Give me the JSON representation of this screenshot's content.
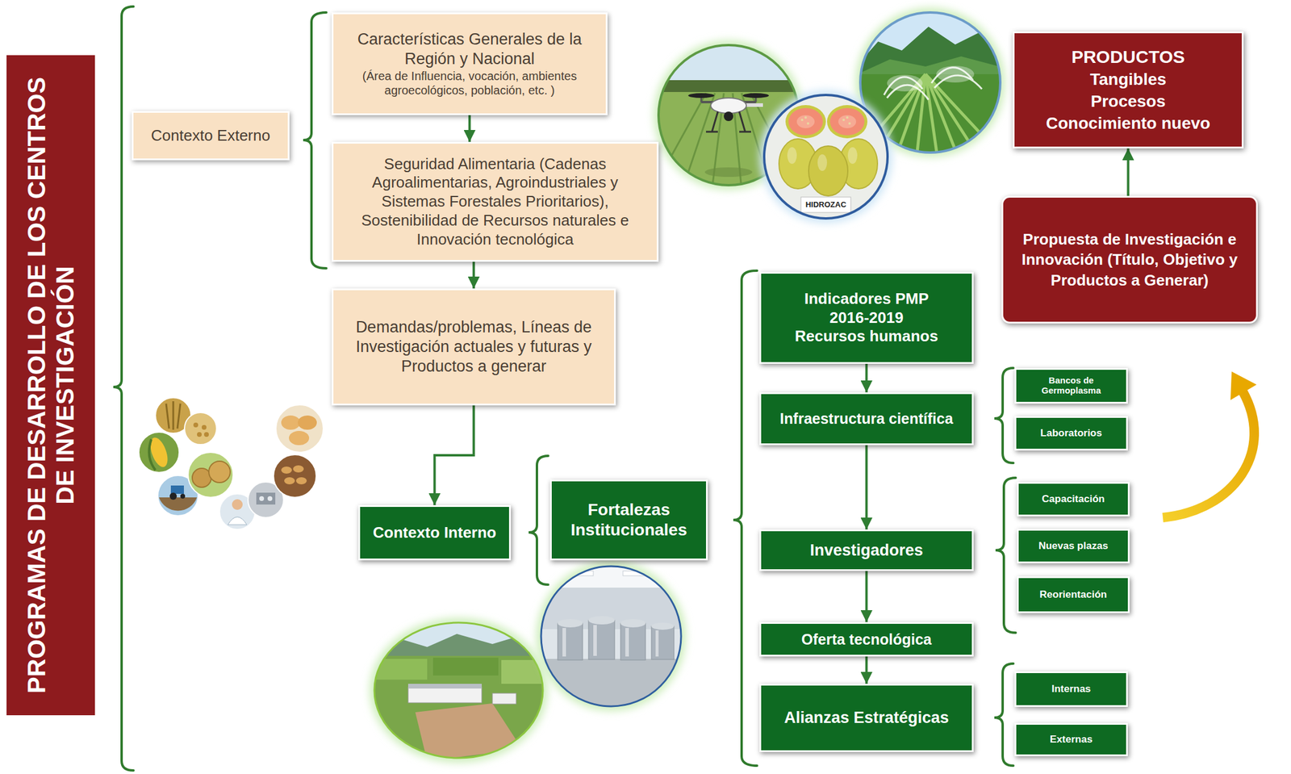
{
  "diagram": {
    "nodes": [
      {
        "text": [
          "PROGRAMAS DE DESARROLLO DE LOS CENTROS DE INVESTIGACIÓN"
        ]
      },
      {
        "text": [
          "Contexto Externo"
        ]
      },
      {
        "text": [
          "Características Generales de la Región y Nacional",
          "(Área de Influencia, vocación, ambientes agroecológicos, población, etc. )"
        ]
      },
      {
        "text": [
          "Seguridad Alimentaria (Cadenas Agroalimentarias, Agroindustriales y Sistemas Forestales Prioritarios), Sostenibilidad de Recursos naturales e Innovación tecnológica"
        ]
      },
      {
        "text": [
          "Demandas/problemas, Líneas de Investigación actuales y futuras y Productos a generar"
        ]
      },
      {
        "text": [
          "Contexto Interno"
        ]
      },
      {
        "text": [
          "Fortalezas Institucionales"
        ]
      },
      {
        "text": [
          "Indicadores PMP",
          "2016-2019",
          "Recursos humanos"
        ]
      },
      {
        "text": [
          "Infraestructura científica"
        ]
      },
      {
        "text": [
          "Bancos de Germoplasma"
        ]
      },
      {
        "text": [
          "Laboratorios"
        ]
      },
      {
        "text": [
          "Investigadores"
        ]
      },
      {
        "text": [
          "Capacitación"
        ]
      },
      {
        "text": [
          "Nuevas plazas"
        ]
      },
      {
        "text": [
          "Reorientación"
        ]
      },
      {
        "text": [
          "Oferta tecnológica"
        ]
      },
      {
        "text": [
          "Alianzas Estratégicas"
        ]
      },
      {
        "text": [
          "Internas"
        ]
      },
      {
        "text": [
          "Externas"
        ]
      },
      {
        "text": [
          "Propuesta de Investigación e Innovación (Título, Objetivo y Productos a Generar)"
        ]
      },
      {
        "text": [
          "PRODUCTOS",
          "Tangibles",
          "Procesos",
          "Conocimiento nuevo"
        ]
      }
    ],
    "edges": [
      {
        "from": 2,
        "to": 3,
        "arrow": "to"
      },
      {
        "from": 3,
        "to": 4,
        "arrow": "to"
      },
      {
        "from": 4,
        "to": 5,
        "arrow": "to"
      },
      {
        "from": 7,
        "to": 8,
        "arrow": "to"
      },
      {
        "from": 8,
        "to": 11,
        "arrow": "to"
      },
      {
        "from": 11,
        "to": 15,
        "arrow": "to"
      },
      {
        "from": 15,
        "to": 16,
        "arrow": "to"
      },
      {
        "from": 19,
        "to": 20,
        "arrow": "to"
      }
    ],
    "labels": [
      "HIDROZAC"
    ]
  }
}
